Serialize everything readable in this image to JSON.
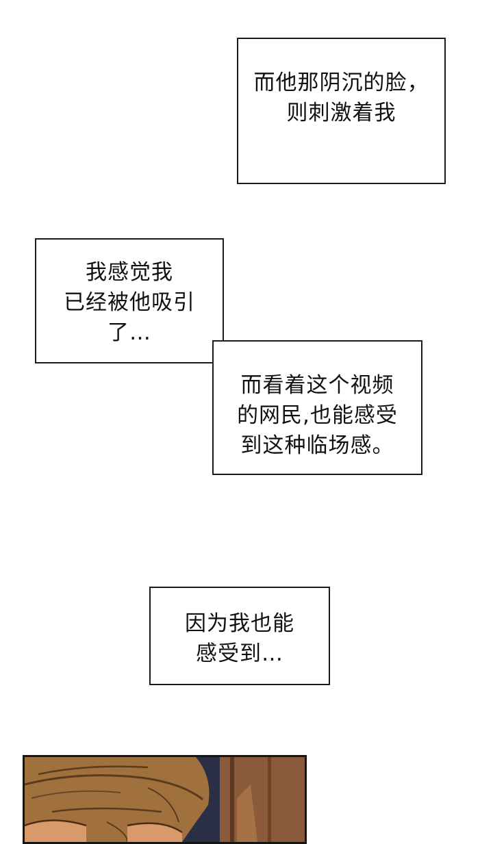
{
  "captions": [
    {
      "lines": [
        "而他那阴沉的脸，",
        "则刺激着我"
      ]
    },
    {
      "lines": [
        "我感觉我",
        "已经被他吸引",
        "了…"
      ]
    },
    {
      "lines": [
        "而看着这个视频",
        "的网民,也能感受",
        "到这种临场感。"
      ]
    },
    {
      "lines": [
        "因为我也能",
        "感受到…"
      ]
    }
  ],
  "colors": {
    "background": "#ffffff",
    "border": "#1a1a1a",
    "text": "#111111",
    "hair": "#a0703d",
    "skin": "#d89a6a",
    "wall": "#8a5a3a",
    "shadow_blue": "#2a2f45"
  }
}
